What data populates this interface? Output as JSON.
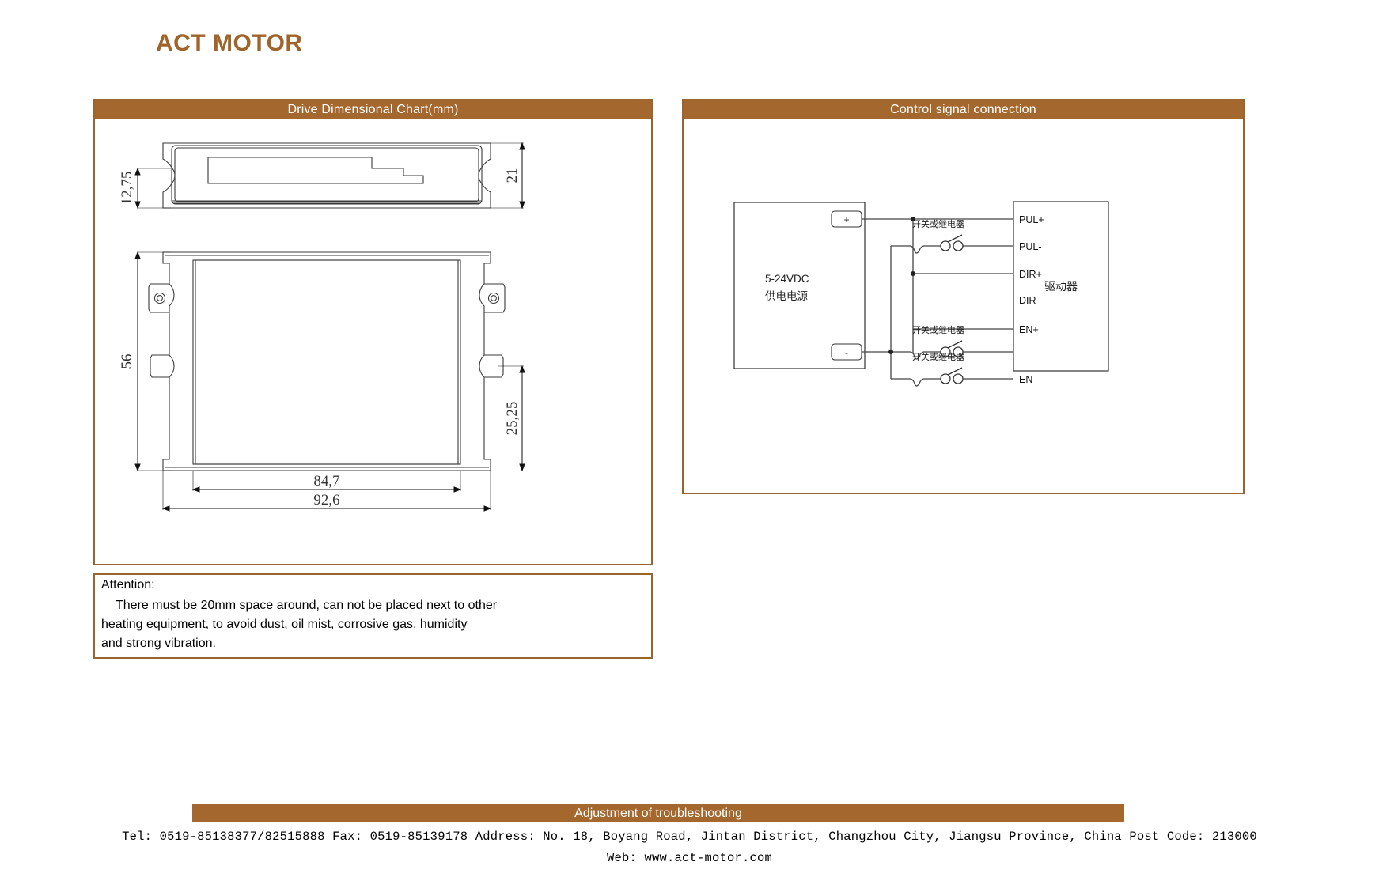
{
  "brand": {
    "name": "ACT MOTOR"
  },
  "panels": {
    "dimensional": {
      "title": "Drive Dimensional Chart(mm)",
      "dimensions": {
        "height_left": "12,75",
        "height_right": "21",
        "width_body": "56",
        "mount_offset": "25,25",
        "length_inner": "84,7",
        "length_outer": "92,6"
      }
    },
    "control": {
      "title": "Control signal connection",
      "supply": {
        "voltage_label": "5-24VDC",
        "source_label": "供电电源",
        "positive_terminal": "+",
        "negative_terminal": "-"
      },
      "switch_label": "开关或继电器",
      "driver_label": "驱动器",
      "terminals": [
        "PUL+",
        "PUL-",
        "DIR+",
        "DIR-",
        "EN+",
        "EN-"
      ]
    },
    "attention": {
      "heading": "Attention:",
      "line1": "There must be 20mm space around, can not be placed next to other",
      "line2": "heating equipment, to avoid dust, oil mist, corrosive gas, humidity",
      "line3": "and strong vibration."
    }
  },
  "footer": {
    "section_bar": "Adjustment of troubleshooting",
    "contact_line1": "Tel: 0519-85138377/82515888 Fax: 0519-85139178 Address: No. 18, Boyang Road, Jintan District, Changzhou City, Jiangsu Province, China Post Code: 213000",
    "contact_line2": "Web: www.act-motor.com"
  },
  "colors": {
    "brand": "#a0642a",
    "panel_header": "#a4682f",
    "panel_border": "#9a6430",
    "line": "#2b2b2b"
  }
}
